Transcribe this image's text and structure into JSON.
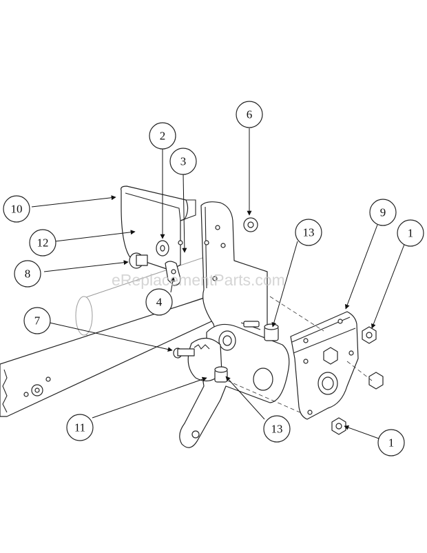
{
  "watermark": "eReplacementParts.com",
  "callouts": [
    {
      "id": "c1a",
      "label": "1"
    },
    {
      "id": "c1b",
      "label": "1"
    },
    {
      "id": "c2",
      "label": "2"
    },
    {
      "id": "c3",
      "label": "3"
    },
    {
      "id": "c4",
      "label": "4"
    },
    {
      "id": "c6",
      "label": "6"
    },
    {
      "id": "c7",
      "label": "7"
    },
    {
      "id": "c8",
      "label": "8"
    },
    {
      "id": "c9",
      "label": "9"
    },
    {
      "id": "c10",
      "label": "10"
    },
    {
      "id": "c11",
      "label": "11"
    },
    {
      "id": "c12",
      "label": "12"
    },
    {
      "id": "c13a",
      "label": "13"
    },
    {
      "id": "c13b",
      "label": "13"
    }
  ]
}
